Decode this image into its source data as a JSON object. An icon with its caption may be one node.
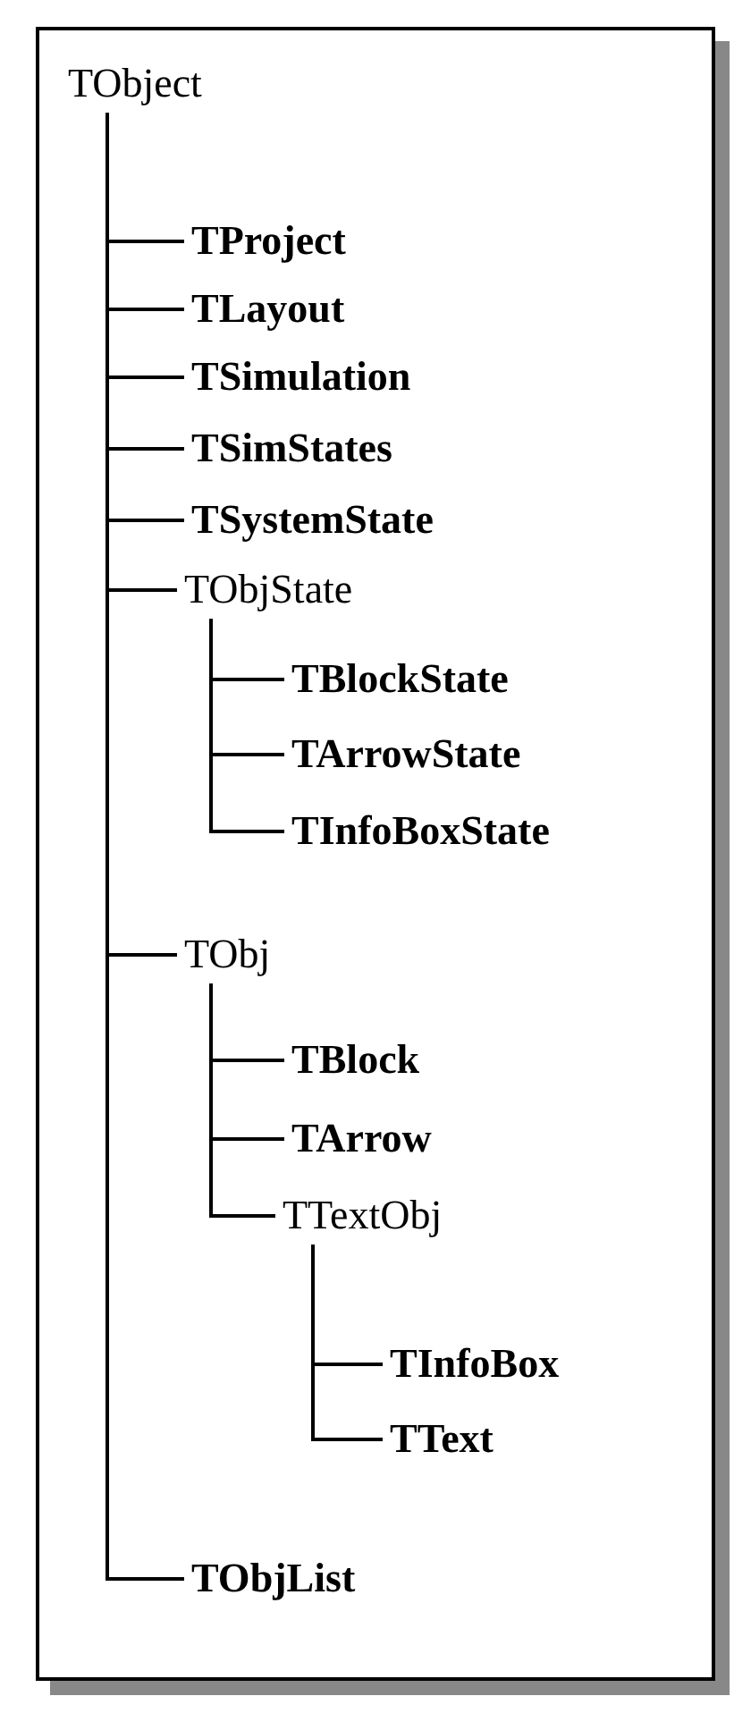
{
  "diagram": {
    "nodes": [
      {
        "text": [
          "TObject"
        ]
      },
      {
        "text": [
          "TProject"
        ]
      },
      {
        "text": [
          "TLayout"
        ]
      },
      {
        "text": [
          "TSimulation"
        ]
      },
      {
        "text": [
          "TSimStates"
        ]
      },
      {
        "text": [
          "TSystemState"
        ]
      },
      {
        "text": [
          "TObjState"
        ]
      },
      {
        "text": [
          "TBlockState"
        ]
      },
      {
        "text": [
          "TArrowState"
        ]
      },
      {
        "text": [
          "TInfoBoxState"
        ]
      },
      {
        "text": [
          "TObj"
        ]
      },
      {
        "text": [
          "TBlock"
        ]
      },
      {
        "text": [
          "TArrow"
        ]
      },
      {
        "text": [
          "TTextObj"
        ]
      },
      {
        "text": [
          "TInfoBox"
        ]
      },
      {
        "text": [
          "TText"
        ]
      },
      {
        "text": [
          "TObjList"
        ]
      }
    ],
    "edges": [
      {
        "from": 0,
        "to": 1,
        "arrow": "none"
      },
      {
        "from": 0,
        "to": 2,
        "arrow": "none"
      },
      {
        "from": 0,
        "to": 3,
        "arrow": "none"
      },
      {
        "from": 0,
        "to": 4,
        "arrow": "none"
      },
      {
        "from": 0,
        "to": 5,
        "arrow": "none"
      },
      {
        "from": 0,
        "to": 6,
        "arrow": "none"
      },
      {
        "from": 6,
        "to": 7,
        "arrow": "none"
      },
      {
        "from": 6,
        "to": 8,
        "arrow": "none"
      },
      {
        "from": 6,
        "to": 9,
        "arrow": "none"
      },
      {
        "from": 0,
        "to": 10,
        "arrow": "none"
      },
      {
        "from": 10,
        "to": 11,
        "arrow": "none"
      },
      {
        "from": 10,
        "to": 12,
        "arrow": "none"
      },
      {
        "from": 10,
        "to": 13,
        "arrow": "none"
      },
      {
        "from": 13,
        "to": 14,
        "arrow": "none"
      },
      {
        "from": 13,
        "to": 15,
        "arrow": "none"
      },
      {
        "from": 0,
        "to": 16,
        "arrow": "none"
      }
    ]
  }
}
